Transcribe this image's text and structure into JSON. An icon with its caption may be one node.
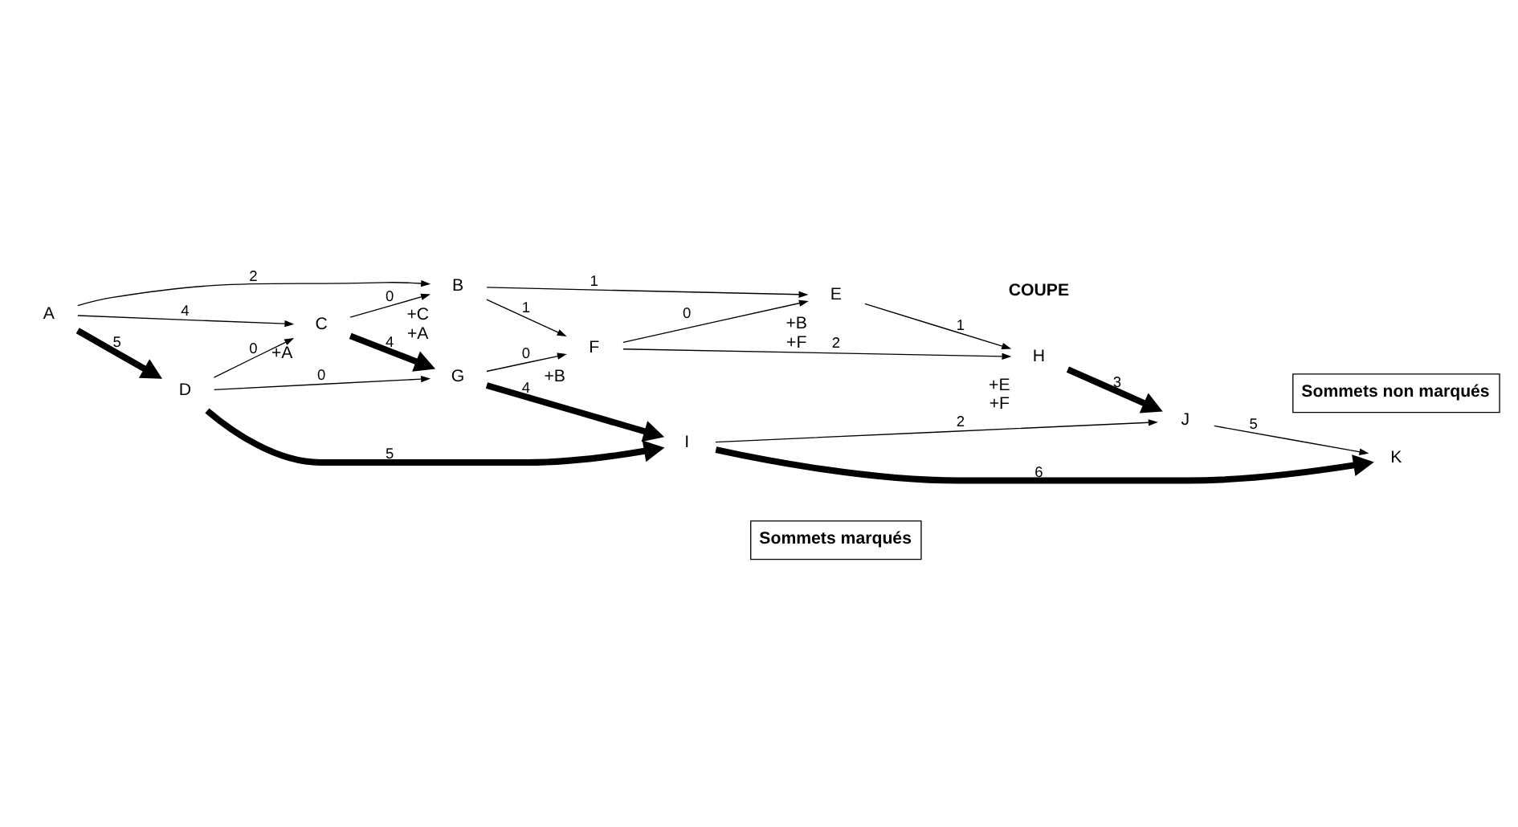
{
  "diagram": {
    "nodes": [
      {
        "text": [
          "Sommets marqués"
        ]
      },
      {
        "text": [
          "A"
        ]
      },
      {
        "text": [
          "B"
        ],
        "beside": [
          "+C",
          "+A"
        ]
      },
      {
        "text": [
          "C"
        ],
        "beside": [
          "+A"
        ]
      },
      {
        "text": [
          "D"
        ]
      },
      {
        "text": [
          "E"
        ],
        "beside": [
          "+B",
          "+F"
        ]
      },
      {
        "text": [
          "F"
        ],
        "beside": [
          "+B"
        ]
      },
      {
        "text": [
          "G"
        ]
      },
      {
        "text": [
          "H"
        ],
        "beside": [
          "+E",
          "+F"
        ]
      },
      {
        "text": [
          "I"
        ]
      },
      {
        "text": [
          "J"
        ]
      },
      {
        "text": [
          "K"
        ]
      },
      {
        "text": [
          "Sommets non marqués"
        ]
      }
    ],
    "edges": [
      {
        "from": 1,
        "to": 2,
        "arrow": "to",
        "label": "2"
      },
      {
        "from": 1,
        "to": 3,
        "arrow": "to",
        "label": "4"
      },
      {
        "from": 1,
        "to": 4,
        "arrow": "to",
        "label": "5",
        "style": "thick"
      },
      {
        "from": 2,
        "to": 5,
        "arrow": "to",
        "label": "1"
      },
      {
        "from": 2,
        "to": 6,
        "arrow": "to",
        "label": "1"
      },
      {
        "from": 3,
        "to": 2,
        "arrow": "to",
        "label": "0"
      },
      {
        "from": 3,
        "to": 7,
        "arrow": "to",
        "label": "4",
        "style": "thick"
      },
      {
        "from": 4,
        "to": 3,
        "arrow": "to",
        "label": "0"
      },
      {
        "from": 4,
        "to": 7,
        "arrow": "to",
        "label": "0"
      },
      {
        "from": 4,
        "to": 9,
        "arrow": "to",
        "label": "5",
        "style": "thick"
      },
      {
        "from": 6,
        "to": 5,
        "arrow": "to",
        "label": "0"
      },
      {
        "from": 6,
        "to": 8,
        "arrow": "to",
        "label": "2"
      },
      {
        "from": 7,
        "to": 6,
        "arrow": "to",
        "label": "0"
      },
      {
        "from": 7,
        "to": 9,
        "arrow": "to",
        "label": "4",
        "style": "thick"
      },
      {
        "from": 5,
        "to": 8,
        "arrow": "to",
        "label": "1"
      },
      {
        "from": 8,
        "to": 10,
        "arrow": "to",
        "label": "3",
        "style": "thick"
      },
      {
        "from": 9,
        "to": 10,
        "arrow": "to",
        "label": "2"
      },
      {
        "from": 9,
        "to": 11,
        "arrow": "to",
        "label": "6",
        "style": "thick"
      },
      {
        "from": 10,
        "to": 11,
        "arrow": "to",
        "label": "5"
      }
    ],
    "labels": [
      "COUPE"
    ]
  }
}
